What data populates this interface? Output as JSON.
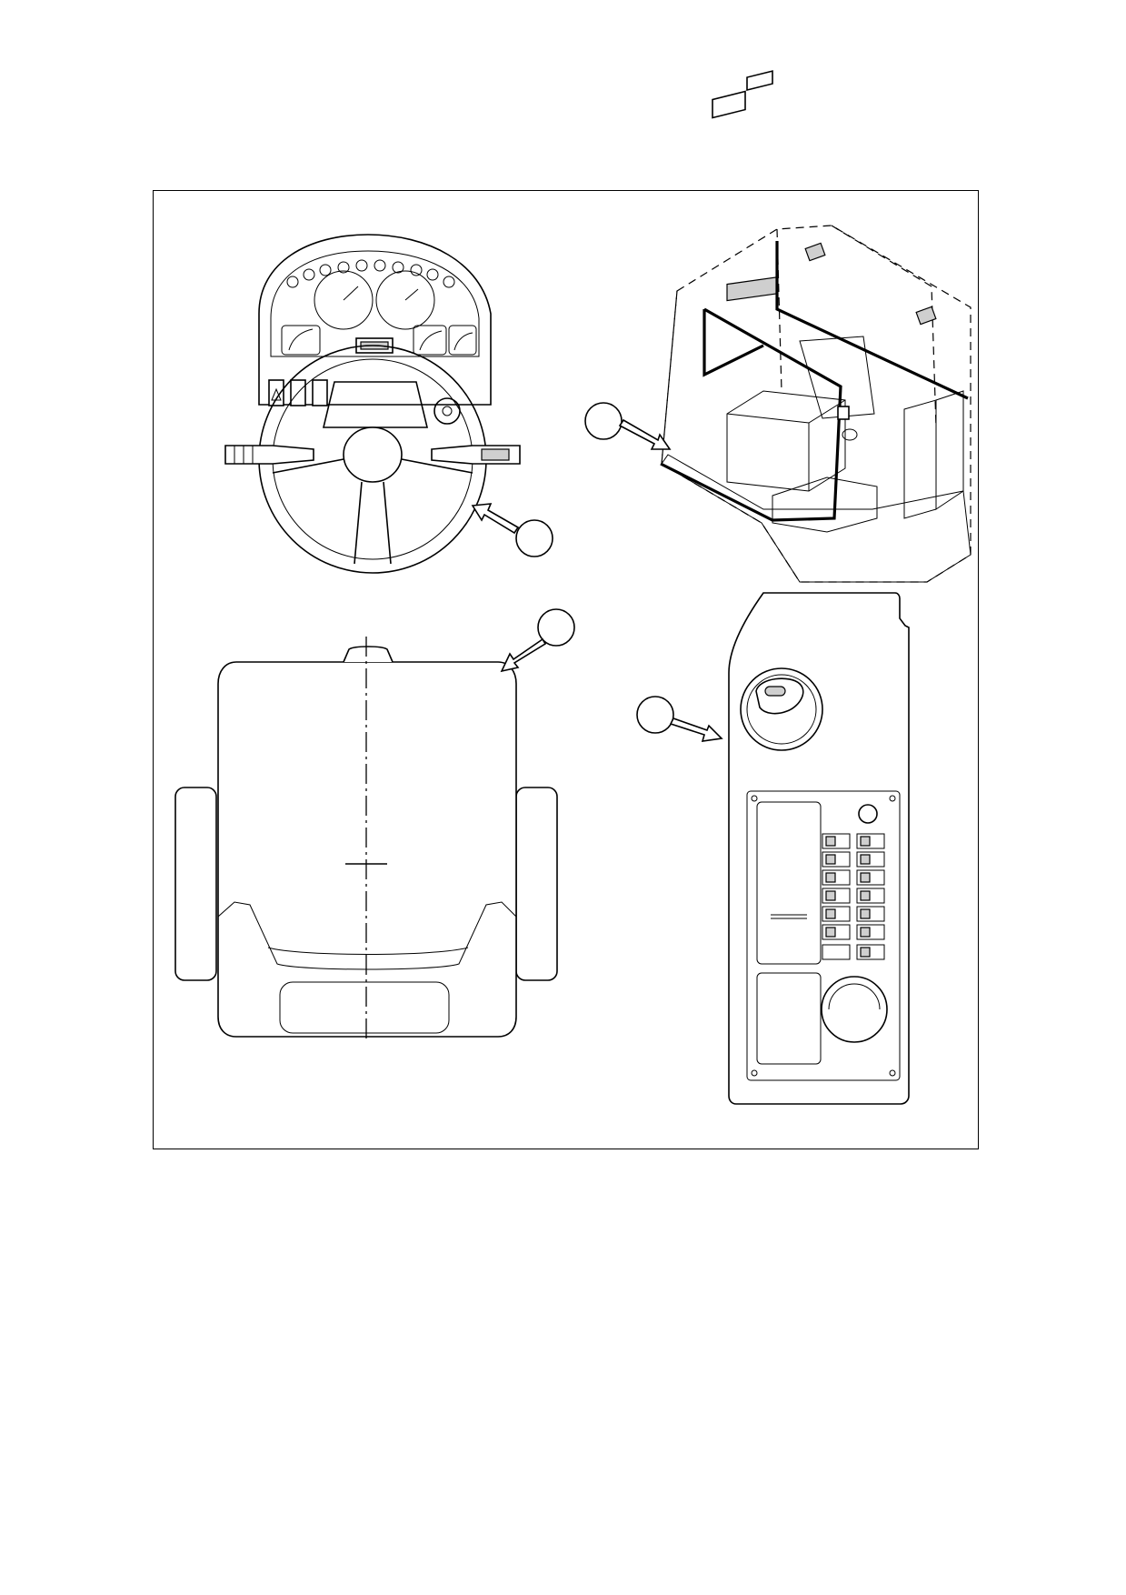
{
  "figure": {
    "panels": [
      {
        "id": "dashboard",
        "callout": ""
      },
      {
        "id": "cab-wiring",
        "callout": ""
      },
      {
        "id": "seat-top-view",
        "callout": ""
      },
      {
        "id": "side-console",
        "callout": ""
      }
    ]
  },
  "colors": {
    "line": "#000000",
    "paper": "#ffffff",
    "shade": "#cfcfcf"
  }
}
